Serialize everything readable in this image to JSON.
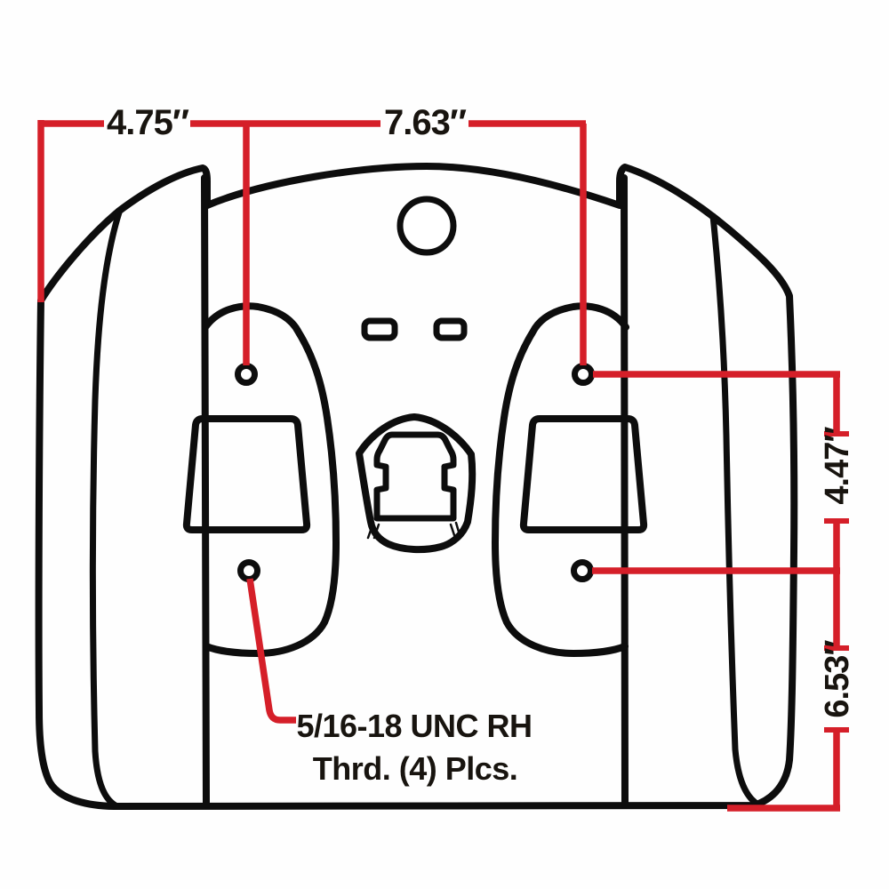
{
  "diagram": {
    "kind": "seat-bottom mounting dimension drawing",
    "colors": {
      "background": "#fefefe",
      "outline": "#0d0d0d",
      "dimension_line": "#d51f29",
      "label_text": "#18140f"
    }
  },
  "dimensions": {
    "edge_to_left_holes": {
      "label": "4.75″"
    },
    "hole_to_hole_width": {
      "label": "7.63″"
    },
    "hole_to_hole_height": {
      "label": "4.47″"
    },
    "holes_to_rear_edge": {
      "label": "6.53″"
    }
  },
  "note": {
    "line1": "5/16-18 UNC RH",
    "line2": "Thrd. (4) Plcs."
  }
}
